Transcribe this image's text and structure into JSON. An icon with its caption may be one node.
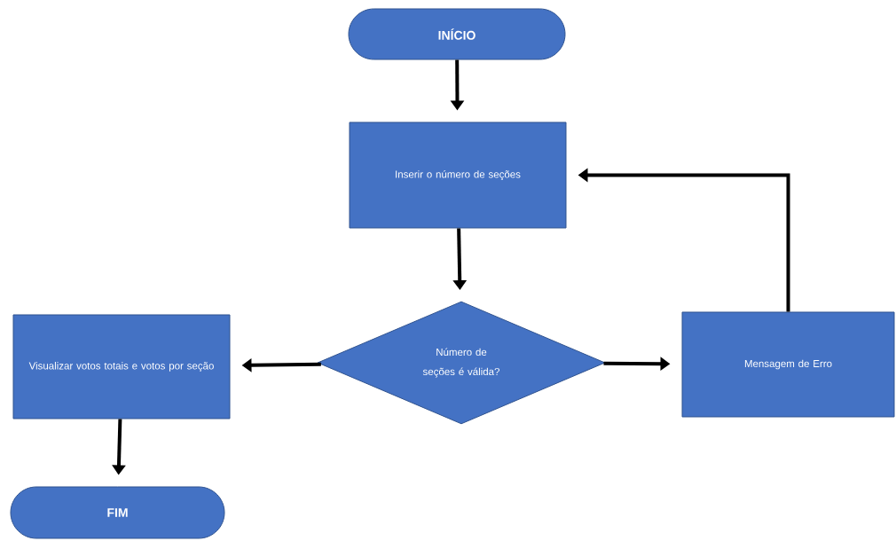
{
  "diagram": {
    "nodes": [
      {
        "text": [
          "INÍCIO"
        ]
      },
      {
        "text": [
          "Inserir o número de seções"
        ]
      },
      {
        "text": [
          "Número de seções é válida?"
        ]
      },
      {
        "text": [
          "Visualizar votos totais e votos por seção"
        ]
      },
      {
        "text": [
          "Mensagem de Erro"
        ]
      },
      {
        "text": [
          "FIM"
        ]
      }
    ],
    "edges": [
      {
        "from": 0,
        "to": 1,
        "arrow": "to"
      },
      {
        "from": 1,
        "to": 2,
        "arrow": "to"
      },
      {
        "from": 2,
        "to": 3,
        "arrow": "to"
      },
      {
        "from": 2,
        "to": 4,
        "arrow": "to"
      },
      {
        "from": 4,
        "to": 1,
        "arrow": "to"
      },
      {
        "from": 3,
        "to": 5,
        "arrow": "to"
      }
    ]
  }
}
